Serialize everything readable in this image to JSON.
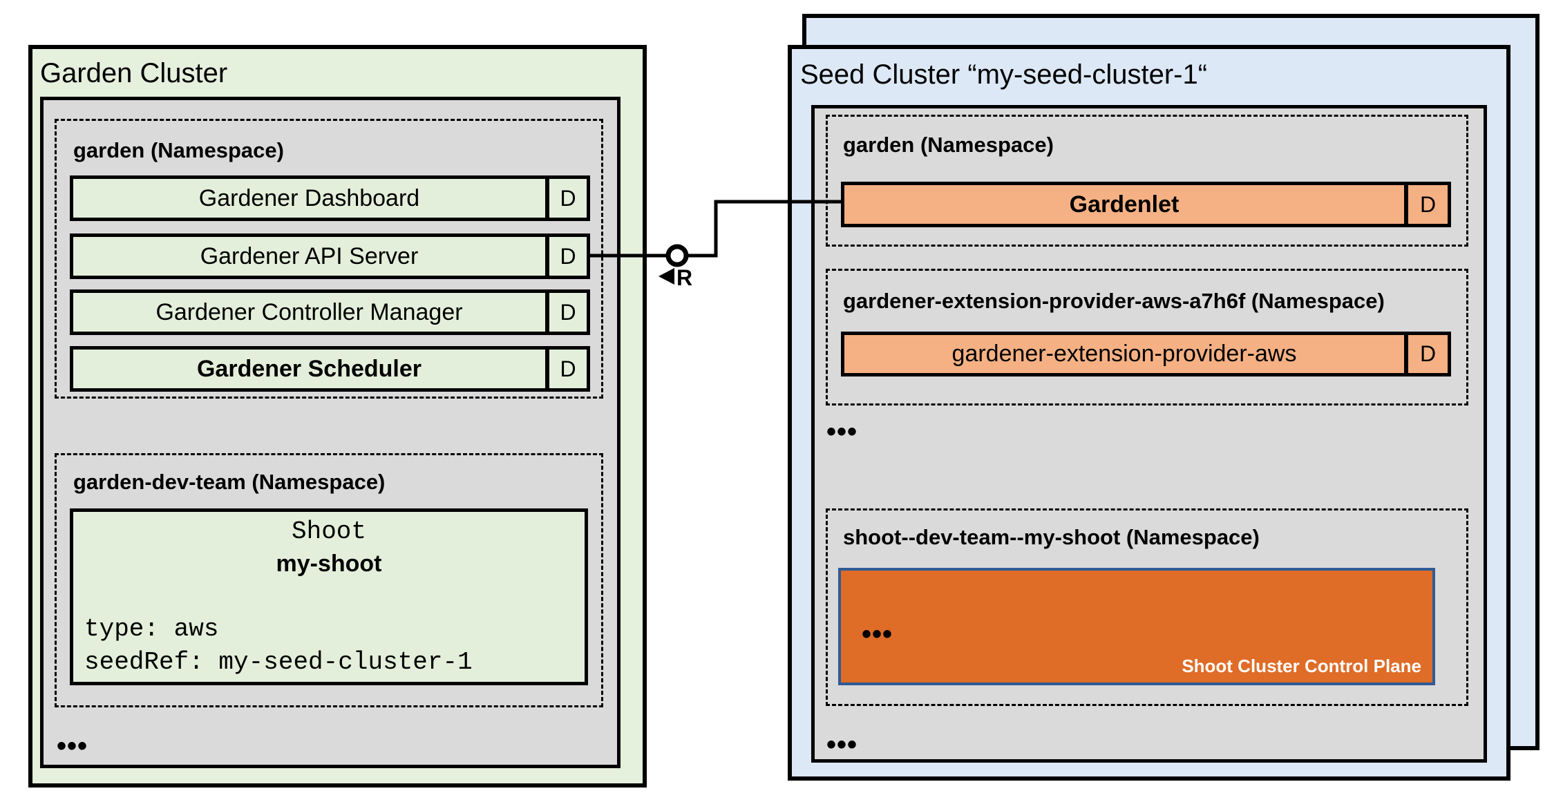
{
  "garden_cluster": {
    "title": "Garden Cluster",
    "namespace_garden": {
      "label": "garden (Namespace)",
      "components": [
        {
          "name": "Gardener Dashboard",
          "badge": "D"
        },
        {
          "name": "Gardener API Server",
          "badge": "D"
        },
        {
          "name": "Gardener Controller Manager",
          "badge": "D"
        },
        {
          "name": "Gardener Scheduler",
          "badge": "D"
        }
      ]
    },
    "namespace_dev_team": {
      "label": "garden-dev-team (Namespace)",
      "shoot_resource": {
        "kind": "Shoot",
        "name": "my-shoot",
        "spec_lines": [
          "type: aws",
          "seedRef: my-seed-cluster-1"
        ]
      }
    },
    "ellipsis": "•••"
  },
  "connector": {
    "interface_label": "R"
  },
  "seed_cluster": {
    "title": "Seed Cluster “my-seed-cluster-1“",
    "namespace_garden": {
      "label": "garden (Namespace)",
      "component": {
        "name": "Gardenlet",
        "badge": "D"
      }
    },
    "namespace_extension": {
      "label": "gardener-extension-provider-aws-a7h6f (Namespace)",
      "component": {
        "name": "gardener-extension-provider-aws",
        "badge": "D"
      }
    },
    "ellipsis_middle": "•••",
    "namespace_shoot": {
      "label": "shoot--dev-team--my-shoot (Namespace)",
      "control_plane": {
        "ellipsis": "•••",
        "caption": "Shoot Cluster Control Plane"
      }
    },
    "ellipsis_bottom": "•••"
  },
  "colors": {
    "garden_green": "#e5f0dd",
    "component_green": "#e3efda",
    "namespace_gray": "#dadada",
    "seed_blue": "#dce8f6",
    "component_orange": "#f5b183",
    "control_plane_orange": "#df6c27",
    "control_plane_border_blue": "#2f5b96",
    "line_black": "#000000"
  }
}
